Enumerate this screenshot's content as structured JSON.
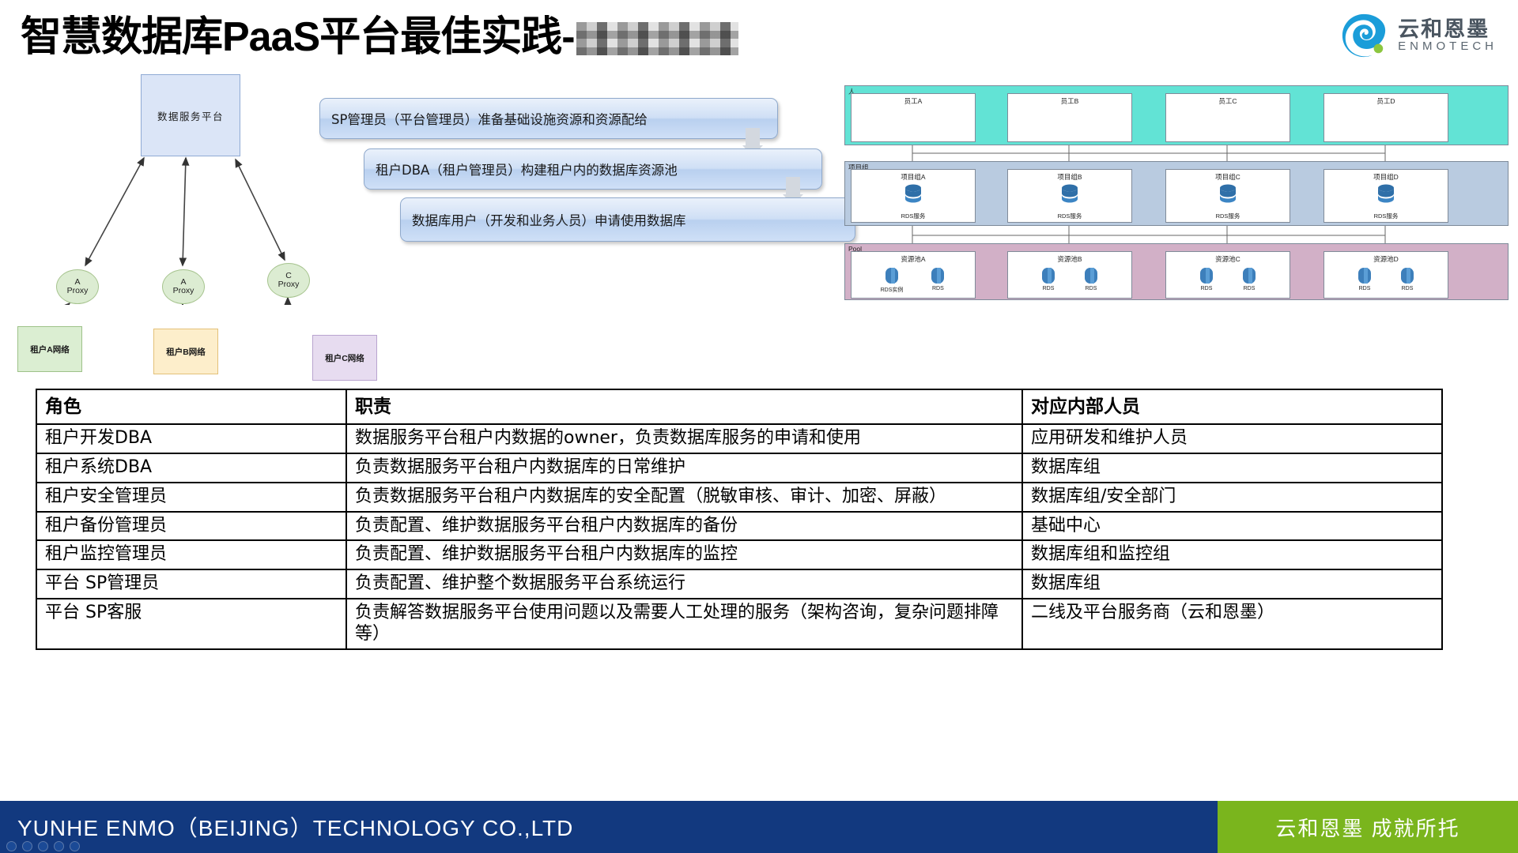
{
  "title": {
    "text": "智慧数据库PaaS平台最佳实践-",
    "redacted": true
  },
  "logo": {
    "cn": "云和恩墨",
    "en": "ENMOTECH",
    "mark_color": "#1b9dd9",
    "dot_color": "#8cc63f"
  },
  "left_diagram": {
    "platform_box": "数据服务平台",
    "proxies": [
      {
        "line1": "A",
        "line2": "Proxy"
      },
      {
        "line1": "A",
        "line2": "Proxy"
      },
      {
        "line1": "C",
        "line2": "Proxy"
      }
    ],
    "tenant_networks": [
      {
        "label": "租户A网络",
        "color": "#dbeed2"
      },
      {
        "label": "租户B网络",
        "color": "#fdeecb"
      },
      {
        "label": "租户C网络",
        "color": "#e7dcf0"
      }
    ]
  },
  "callouts": [
    "SP管理员（平台管理员）准备基础设施资源和资源配给",
    "租户DBA（租户管理员）构建租户内的数据库资源池",
    "数据库用户（开发和业务人员）申请使用数据库"
  ],
  "right_diagram": {
    "layers": [
      {
        "name": "人",
        "color": "#62e3d5",
        "cells": [
          {
            "title": "员工A"
          },
          {
            "title": "员工B"
          },
          {
            "title": "员工C"
          },
          {
            "title": "员工D"
          }
        ]
      },
      {
        "name": "项目组",
        "color": "#b9cbe0",
        "cells": [
          {
            "title": "项目组A",
            "sub": "RDS服务"
          },
          {
            "title": "项目组B",
            "sub": "RDS服务"
          },
          {
            "title": "项目组C",
            "sub": "RDS服务"
          },
          {
            "title": "项目组D",
            "sub": "RDS服务"
          }
        ]
      },
      {
        "name": "Pool",
        "color": "#d2b0c7",
        "cells": [
          {
            "title": "资源池A",
            "db1": "RDS实例",
            "db2": "RDS"
          },
          {
            "title": "资源池B",
            "db1": "RDS",
            "db2": "RDS"
          },
          {
            "title": "资源池C",
            "db1": "RDS",
            "db2": "RDS"
          },
          {
            "title": "资源池D",
            "db1": "RDS",
            "db2": "RDS"
          }
        ]
      }
    ]
  },
  "table": {
    "headers": [
      "角色",
      "职责",
      "对应内部人员"
    ],
    "rows": [
      {
        "role": "租户开发DBA",
        "duty": "数据服务平台租户内数据的owner，负责数据库服务的申请和使用",
        "staff": "应用研发和维护人员"
      },
      {
        "role": "租户系统DBA",
        "duty": "负责数据服务平台租户内数据库的日常维护",
        "staff": "数据库组"
      },
      {
        "role": "租户安全管理员",
        "duty": "负责数据服务平台租户内数据库的安全配置（脱敏审核、审计、加密、屏蔽）",
        "staff": "数据库组/安全部门"
      },
      {
        "role": "租户备份管理员",
        "duty": "负责配置、维护数据服务平台租户内数据库的备份",
        "staff": "基础中心"
      },
      {
        "role": "租户监控管理员",
        "duty": "负责配置、维护数据服务平台租户内数据库的监控",
        "staff": "数据库组和监控组"
      },
      {
        "role": "平台 SP管理员",
        "duty": "负责配置、维护整个数据服务平台系统运行",
        "staff": "数据库组"
      },
      {
        "role": "平台 SP客服",
        "duty": "负责解答数据服务平台使用问题以及需要人工处理的服务（架构咨询，复杂问题排障等）",
        "staff": "二线及平台服务商（云和恩墨）"
      }
    ]
  },
  "footer": {
    "left": "YUNHE ENMO（BEIJING）TECHNOLOGY CO.,LTD",
    "right": "云和恩墨 成就所托",
    "left_color": "#12397f",
    "right_color": "#7ab51d"
  }
}
